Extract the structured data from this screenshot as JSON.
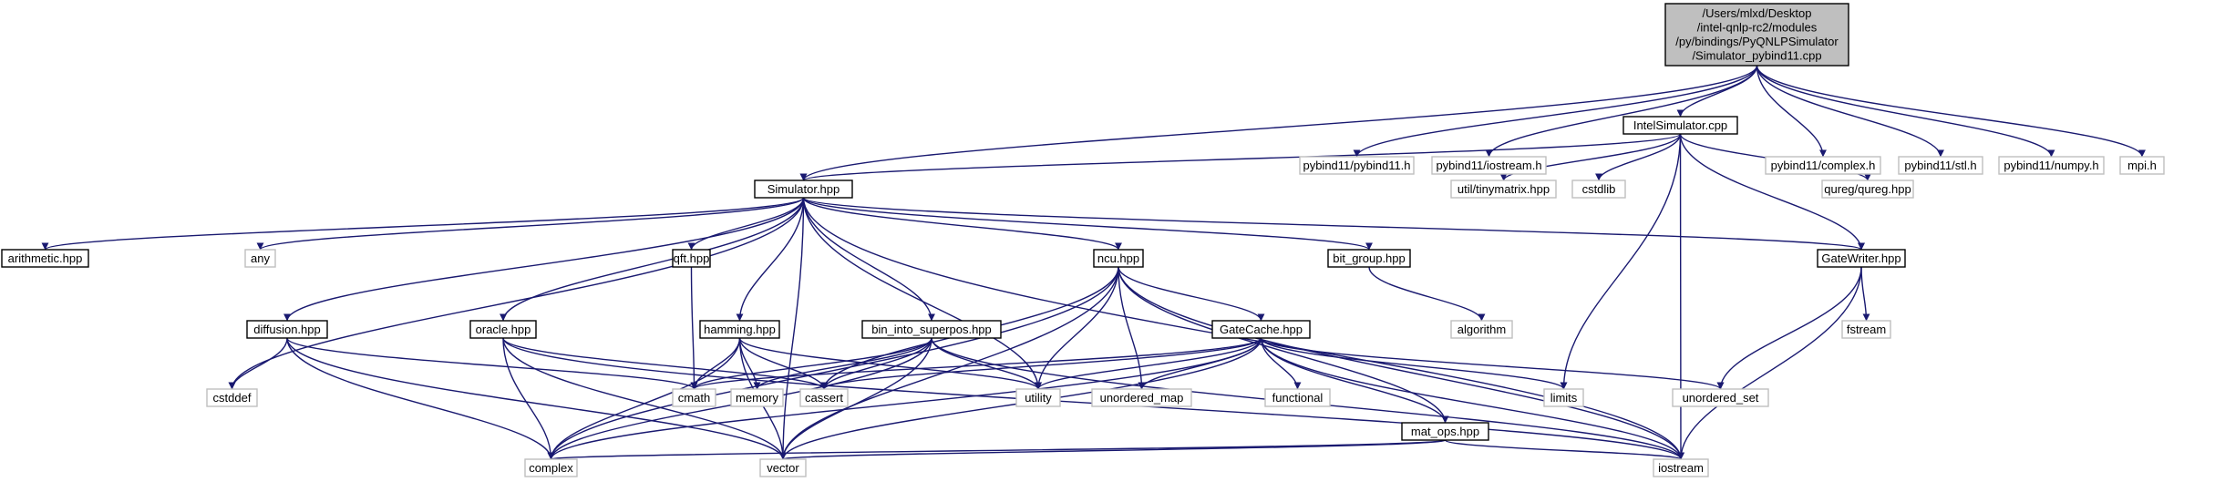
{
  "colors": {
    "edge": "#191970",
    "local_border": "#000000",
    "system_border": "#bfbfbf",
    "root_fill": "#bfbfbf",
    "node_fill": "#ffffff",
    "text": "#000000"
  },
  "nodes": [
    {
      "id": "root",
      "kind": "root",
      "lines": [
        "/Users/mlxd/Desktop",
        "/intel-qnlp-rc2/modules",
        "/py/bindings/PyQNLPSimulator",
        "/Simulator_pybind11.cpp"
      ]
    },
    {
      "id": "pybind11_h",
      "kind": "system",
      "lines": [
        "pybind11/pybind11.h"
      ]
    },
    {
      "id": "iostream_h",
      "kind": "system",
      "lines": [
        "pybind11/iostream.h"
      ]
    },
    {
      "id": "intelsim",
      "kind": "local",
      "lines": [
        "IntelSimulator.cpp"
      ]
    },
    {
      "id": "complex_h",
      "kind": "system",
      "lines": [
        "pybind11/complex.h"
      ]
    },
    {
      "id": "stl_h",
      "kind": "system",
      "lines": [
        "pybind11/stl.h"
      ]
    },
    {
      "id": "numpy_h",
      "kind": "system",
      "lines": [
        "pybind11/numpy.h"
      ]
    },
    {
      "id": "mpi_h",
      "kind": "system",
      "lines": [
        "mpi.h"
      ]
    },
    {
      "id": "simulator",
      "kind": "local",
      "lines": [
        "Simulator.hpp"
      ]
    },
    {
      "id": "tinymatrix",
      "kind": "system",
      "lines": [
        "util/tinymatrix.hpp"
      ]
    },
    {
      "id": "cstdlib",
      "kind": "system",
      "lines": [
        "cstdlib"
      ]
    },
    {
      "id": "qureg",
      "kind": "system",
      "lines": [
        "qureg/qureg.hpp"
      ]
    },
    {
      "id": "arithmetic",
      "kind": "local",
      "lines": [
        "arithmetic.hpp"
      ]
    },
    {
      "id": "any",
      "kind": "system",
      "lines": [
        "any"
      ]
    },
    {
      "id": "qft",
      "kind": "local",
      "lines": [
        "qft.hpp"
      ]
    },
    {
      "id": "ncu",
      "kind": "local",
      "lines": [
        "ncu.hpp"
      ]
    },
    {
      "id": "bitgroup",
      "kind": "local",
      "lines": [
        "bit_group.hpp"
      ]
    },
    {
      "id": "gatewriter",
      "kind": "local",
      "lines": [
        "GateWriter.hpp"
      ]
    },
    {
      "id": "diffusion",
      "kind": "local",
      "lines": [
        "diffusion.hpp"
      ]
    },
    {
      "id": "oracle",
      "kind": "local",
      "lines": [
        "oracle.hpp"
      ]
    },
    {
      "id": "hamming",
      "kind": "local",
      "lines": [
        "hamming.hpp"
      ]
    },
    {
      "id": "binsuper",
      "kind": "local",
      "lines": [
        "bin_into_superpos.hpp"
      ]
    },
    {
      "id": "gatecache",
      "kind": "local",
      "lines": [
        "GateCache.hpp"
      ]
    },
    {
      "id": "algorithm",
      "kind": "system",
      "lines": [
        "algorithm"
      ]
    },
    {
      "id": "fstream",
      "kind": "system",
      "lines": [
        "fstream"
      ]
    },
    {
      "id": "cstddef",
      "kind": "system",
      "lines": [
        "cstddef"
      ]
    },
    {
      "id": "cmath",
      "kind": "system",
      "lines": [
        "cmath"
      ]
    },
    {
      "id": "memory",
      "kind": "system",
      "lines": [
        "memory"
      ]
    },
    {
      "id": "cassert",
      "kind": "system",
      "lines": [
        "cassert"
      ]
    },
    {
      "id": "utility",
      "kind": "system",
      "lines": [
        "utility"
      ]
    },
    {
      "id": "unordered_map",
      "kind": "system",
      "lines": [
        "unordered_map"
      ]
    },
    {
      "id": "functional",
      "kind": "system",
      "lines": [
        "functional"
      ]
    },
    {
      "id": "limits",
      "kind": "system",
      "lines": [
        "limits"
      ]
    },
    {
      "id": "unordered_set",
      "kind": "system",
      "lines": [
        "unordered_set"
      ]
    },
    {
      "id": "matops",
      "kind": "local",
      "lines": [
        "mat_ops.hpp"
      ]
    },
    {
      "id": "complex",
      "kind": "system",
      "lines": [
        "complex"
      ]
    },
    {
      "id": "vector",
      "kind": "system",
      "lines": [
        "vector"
      ]
    },
    {
      "id": "iostream",
      "kind": "system",
      "lines": [
        "iostream"
      ]
    }
  ],
  "edges": [
    [
      "root",
      "pybind11_h"
    ],
    [
      "root",
      "iostream_h"
    ],
    [
      "root",
      "intelsim"
    ],
    [
      "root",
      "complex_h"
    ],
    [
      "root",
      "stl_h"
    ],
    [
      "root",
      "numpy_h"
    ],
    [
      "root",
      "mpi_h"
    ],
    [
      "root",
      "simulator"
    ],
    [
      "intelsim",
      "simulator"
    ],
    [
      "intelsim",
      "tinymatrix"
    ],
    [
      "intelsim",
      "cstdlib"
    ],
    [
      "intelsim",
      "qureg"
    ],
    [
      "intelsim",
      "gatewriter"
    ],
    [
      "intelsim",
      "limits"
    ],
    [
      "intelsim",
      "iostream"
    ],
    [
      "simulator",
      "arithmetic"
    ],
    [
      "simulator",
      "any"
    ],
    [
      "simulator",
      "qft"
    ],
    [
      "simulator",
      "ncu"
    ],
    [
      "simulator",
      "bitgroup"
    ],
    [
      "simulator",
      "gatewriter"
    ],
    [
      "simulator",
      "diffusion"
    ],
    [
      "simulator",
      "oracle"
    ],
    [
      "simulator",
      "hamming"
    ],
    [
      "simulator",
      "binsuper"
    ],
    [
      "simulator",
      "cstddef"
    ],
    [
      "simulator",
      "utility"
    ],
    [
      "simulator",
      "vector"
    ],
    [
      "simulator",
      "iostream"
    ],
    [
      "qft",
      "cmath"
    ],
    [
      "ncu",
      "gatecache"
    ],
    [
      "ncu",
      "matops"
    ],
    [
      "ncu",
      "cassert"
    ],
    [
      "ncu",
      "utility"
    ],
    [
      "ncu",
      "unordered_map"
    ],
    [
      "ncu",
      "complex"
    ],
    [
      "ncu",
      "vector"
    ],
    [
      "ncu",
      "iostream"
    ],
    [
      "bitgroup",
      "algorithm"
    ],
    [
      "gatewriter",
      "fstream"
    ],
    [
      "gatewriter",
      "unordered_set"
    ],
    [
      "gatewriter",
      "iostream"
    ],
    [
      "diffusion",
      "cstddef"
    ],
    [
      "diffusion",
      "cmath"
    ],
    [
      "diffusion",
      "complex"
    ],
    [
      "diffusion",
      "vector"
    ],
    [
      "oracle",
      "cassert"
    ],
    [
      "oracle",
      "complex"
    ],
    [
      "oracle",
      "vector"
    ],
    [
      "oracle",
      "iostream"
    ],
    [
      "hamming",
      "cmath"
    ],
    [
      "hamming",
      "memory"
    ],
    [
      "hamming",
      "cassert"
    ],
    [
      "hamming",
      "utility"
    ],
    [
      "hamming",
      "complex"
    ],
    [
      "hamming",
      "vector"
    ],
    [
      "binsuper",
      "cmath"
    ],
    [
      "binsuper",
      "memory"
    ],
    [
      "binsuper",
      "cassert"
    ],
    [
      "binsuper",
      "utility"
    ],
    [
      "binsuper",
      "complex"
    ],
    [
      "binsuper",
      "vector"
    ],
    [
      "binsuper",
      "iostream"
    ],
    [
      "gatecache",
      "cmath"
    ],
    [
      "gatecache",
      "cassert"
    ],
    [
      "gatecache",
      "utility"
    ],
    [
      "gatecache",
      "unordered_map"
    ],
    [
      "gatecache",
      "functional"
    ],
    [
      "gatecache",
      "limits"
    ],
    [
      "gatecache",
      "unordered_set"
    ],
    [
      "gatecache",
      "matops"
    ],
    [
      "gatecache",
      "complex"
    ],
    [
      "gatecache",
      "vector"
    ],
    [
      "gatecache",
      "iostream"
    ],
    [
      "matops",
      "complex"
    ],
    [
      "matops",
      "vector"
    ],
    [
      "matops",
      "iostream"
    ]
  ]
}
